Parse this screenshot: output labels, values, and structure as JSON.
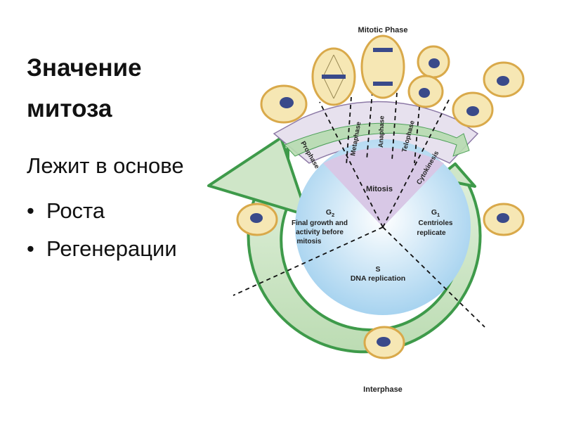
{
  "slide": {
    "title_line1": "Значение",
    "title_line2": "митоза",
    "lead": "Лежит в основе",
    "bullets": [
      "Роста",
      "Регенерации"
    ],
    "bullet_symbol": "•"
  },
  "diagram": {
    "top_label": "Mitotic Phase",
    "bottom_label": "Interphase",
    "mitosis_label": "Mitosis",
    "stages": [
      "Prophase",
      "Metaphase",
      "Anaphase",
      "Telophase",
      "Cytokinesis"
    ],
    "g2": {
      "title": "G",
      "sub": "2",
      "text_lines": [
        "Final growth and",
        "activity before",
        "mitosis"
      ]
    },
    "g1": {
      "title": "G",
      "sub": "1",
      "text_lines": [
        "Centrioles",
        "replicate"
      ]
    },
    "s": {
      "title": "S",
      "text": "DNA replication"
    },
    "colors": {
      "arrow_green": "#cfe6c8",
      "arrow_edge": "#3e9a4a",
      "inner_blue": "#c8e4f4",
      "mitosis_purple": "#d8c8e6",
      "stage_band": "#e7e1ee",
      "cell_fill": "#f6e7b4",
      "cell_edge": "#d9a94a",
      "nucleus": "#3a4a8a"
    }
  }
}
